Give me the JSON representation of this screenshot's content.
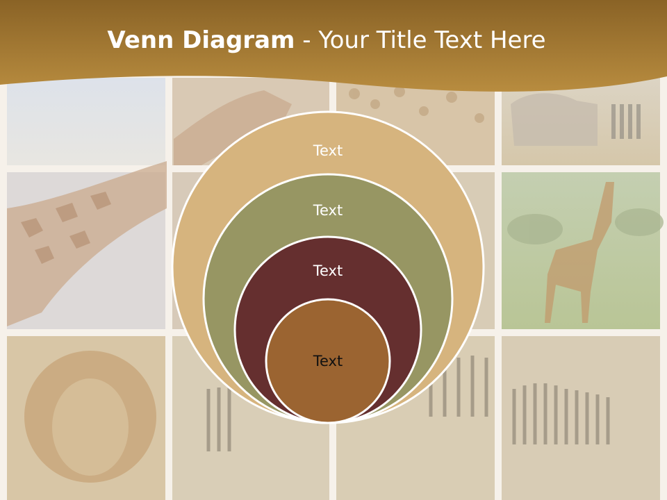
{
  "slide": {
    "title_bold": "Venn Diagram",
    "title_rest": " - Your Title Text Here"
  },
  "colors": {
    "header_gold": "#a8782c",
    "ring_1": "#d6b47e",
    "ring_2": "#979663",
    "ring_3": "#652f2f",
    "ring_4": "#9b6431"
  },
  "venn": {
    "labels": [
      "Text",
      "Text",
      "Text",
      "Text"
    ]
  }
}
